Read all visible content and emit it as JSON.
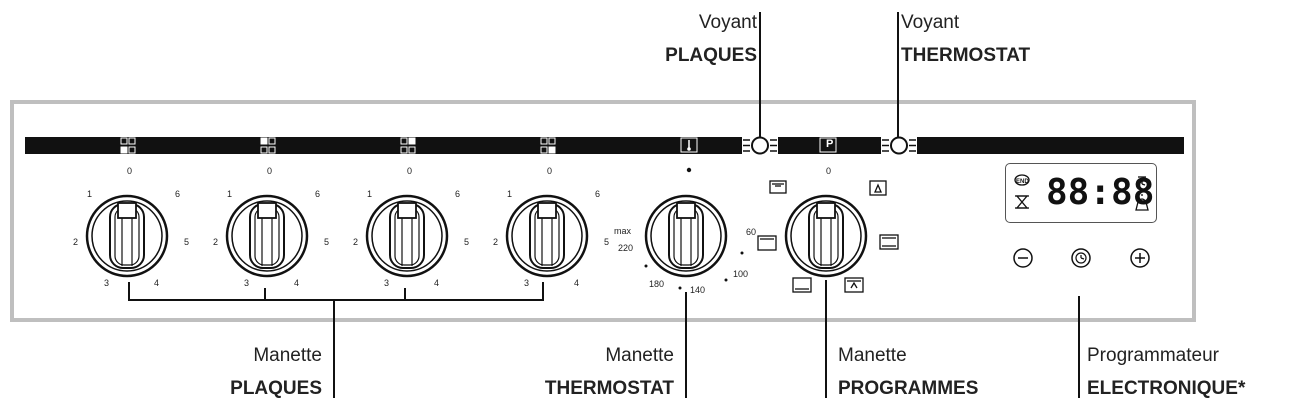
{
  "labels": {
    "voyant_plaques": {
      "line1": "Voyant",
      "line2": "PLAQUES"
    },
    "voyant_thermostat": {
      "line1": "Voyant",
      "line2": "THERMOSTAT"
    },
    "manette_plaques": {
      "line1": "Manette",
      "line2": "PLAQUES"
    },
    "manette_thermostat": {
      "line1": "Manette",
      "line2": "THERMOSTAT"
    },
    "manette_programmes": {
      "line1": "Manette",
      "line2": "PROGRAMMES"
    },
    "programmateur": {
      "line1": "Programmateur",
      "line2": "ELECTRONIQUE*"
    }
  },
  "plate_knob_scale": {
    "top": "0",
    "upper_left": "1",
    "upper_right": "6",
    "left": "2",
    "right": "5",
    "bottom_left": "3",
    "bottom_right": "4"
  },
  "thermostat_scale": {
    "max": "max",
    "t220": "220",
    "t180": "180",
    "t140": "140",
    "t100": "100",
    "t60": "60"
  },
  "programme_scale": {
    "top": "0"
  },
  "strip_symbols": {
    "thermostat": "thermometer-icon",
    "programmes": "P"
  },
  "programmer": {
    "display": "88:88",
    "left_icons": [
      "end-icon",
      "hourglass-icon"
    ],
    "right_icons": [
      "clock-icon",
      "bell-icon"
    ],
    "buttons": [
      "minus-button",
      "clock-button",
      "plus-button"
    ]
  },
  "colors": {
    "panel_border": "#bfbfbf",
    "strip": "#111111",
    "ink": "#1a1a1a"
  }
}
